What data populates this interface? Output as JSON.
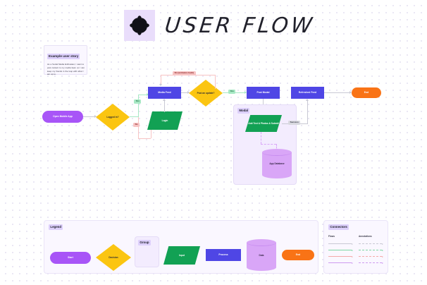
{
  "board": {
    "title": "USER FLOW",
    "title_icon": "flower-asterisk-icon"
  },
  "user_story": {
    "title": "Example user story",
    "body": "As a Social Media Enthusiast, I want to post content to my media feed, so I can keep my friends in the loop with what I am up to."
  },
  "flow": {
    "nodes": {
      "open_app": "Open Mobile App",
      "logged_in": "Logged in?",
      "login": "Login",
      "media_feed": "Media Feed",
      "post_update": "Post an update?",
      "post_modal": "Post Modal",
      "refreshed_feed": "Refreshed Feed",
      "end": "End",
      "add_text_photos": "Add Text & Photos & Submit",
      "app_database": "App Database"
    },
    "labels": {
      "yes_login": "Yes",
      "no_login": "No",
      "no_animates_back": "No (animates back)",
      "yes_post": "Yes",
      "success": "Success"
    },
    "group_modal": "Modal"
  },
  "legend": {
    "title": "Legend",
    "group_label": "Group",
    "items": [
      {
        "label": "Start",
        "shape": "rounded-rect",
        "color": "#a855f7"
      },
      {
        "label": "Decision",
        "shape": "diamond",
        "color": "#fbc511"
      },
      {
        "label": "Group",
        "shape": "group-box",
        "color": "#f3ecfe"
      },
      {
        "label": "Input",
        "shape": "parallelogram",
        "color": "#12a154"
      },
      {
        "label": "Process",
        "shape": "rect",
        "color": "#4f46e5"
      },
      {
        "label": "Data",
        "shape": "cylinder",
        "color": "#d9a6f7"
      },
      {
        "label": "End",
        "shape": "rounded-rect",
        "color": "#f97316"
      }
    ]
  },
  "connectors": {
    "title": "Connectors",
    "columns": [
      {
        "header": "Flows",
        "items": [
          {
            "style": "solid",
            "color": "#c9c9d4"
          },
          {
            "style": "solid",
            "color": "#7ed8a4"
          },
          {
            "style": "solid",
            "color": "#f4aaaa"
          },
          {
            "style": "solid",
            "color": "#cf9cf0"
          }
        ]
      },
      {
        "header": "Annotations",
        "items": [
          {
            "style": "dashed",
            "color": "#c9c9d4"
          },
          {
            "style": "dashed",
            "color": "#7ed8a4"
          },
          {
            "style": "dashed",
            "color": "#f4aaaa"
          },
          {
            "style": "dashed",
            "color": "#cf9cf0"
          }
        ]
      }
    ]
  },
  "colors": {
    "start": "#a855f7",
    "decision": "#fbc511",
    "process": "#4f46e5",
    "input": "#12a154",
    "data": "#d9a6f7",
    "end": "#f97316",
    "group": "#f3ecfe",
    "badge": "#ddd0fb"
  }
}
